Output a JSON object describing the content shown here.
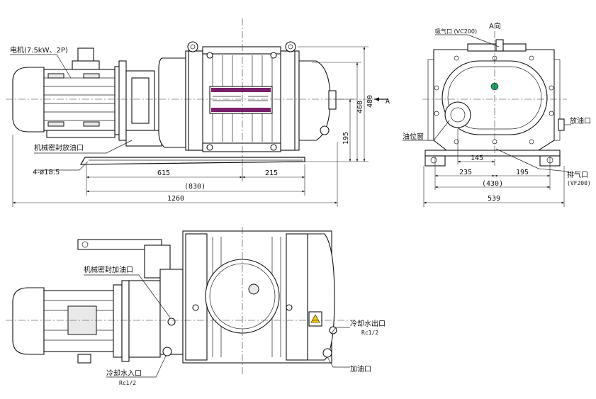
{
  "labels": {
    "motor": "电机(7.5kW、2P)",
    "seal_drain": "机械密封放油口",
    "foot_holes": "4-ø18.5",
    "intake": "吸气口 (VC200)",
    "view_a": "A向",
    "arrow_a": "A",
    "drain_port": "放油口",
    "oil_window": "油位窗",
    "exhaust": "排气口",
    "exhaust_spec": "(VF200)",
    "seal_fill": "机械密封加油口",
    "cooling_out": "冷却水出口",
    "cooling_out_spec": "Rc1/2",
    "cooling_in": "冷却水入口",
    "cooling_in_spec": "Rc1/2",
    "oil_fill": "加油口"
  },
  "dimensions": {
    "d615": "615",
    "d215": "215",
    "d830": "(830)",
    "d1260": "1260",
    "d460": "460",
    "d480": "480",
    "d195v": "195",
    "d145": "145",
    "d235": "235",
    "d195": "195",
    "d430": "(430)",
    "d539": "539"
  }
}
